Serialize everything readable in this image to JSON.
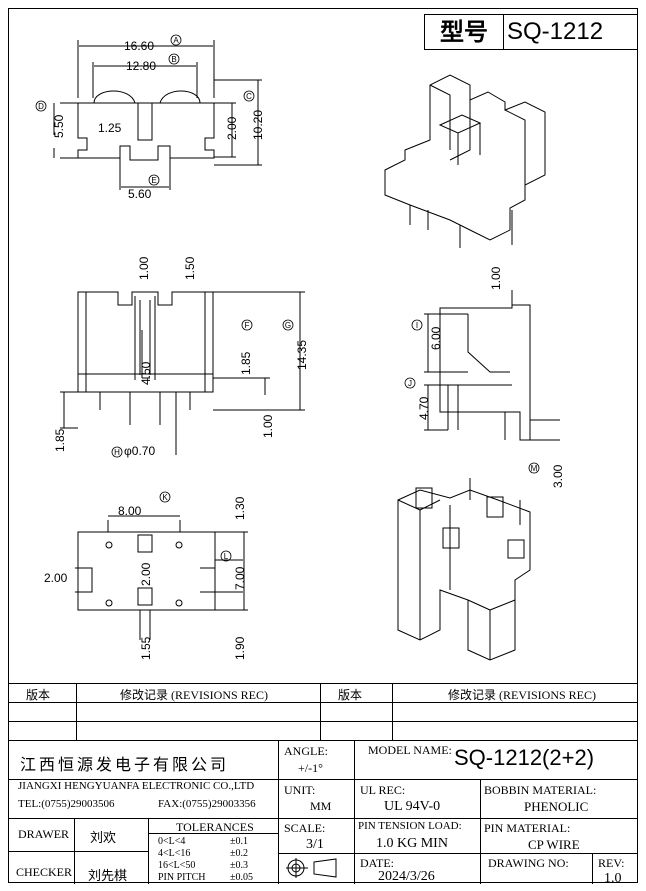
{
  "title_block": {
    "model_label": "型号",
    "model_value": "SQ-1212"
  },
  "views": {
    "top": {
      "dims": [
        "16.60",
        "12.80",
        "5.50",
        "1.25",
        "2.00",
        "10.20",
        "5.60"
      ],
      "markers": [
        "A",
        "B",
        "C",
        "D",
        "E"
      ]
    },
    "front": {
      "dims": [
        "1.00",
        "1.50",
        "1.85",
        "14.35",
        "4.50",
        "1.00",
        "1.85",
        "φ0.70"
      ],
      "markers": [
        "F",
        "G",
        "H"
      ]
    },
    "side": {
      "dims": [
        "1.00",
        "6.00",
        "4.70",
        "3.00"
      ],
      "markers": [
        "I",
        "J",
        "M"
      ]
    },
    "bottom": {
      "dims": [
        "8.00",
        "1.30",
        "2.00",
        "2.00",
        "7.00",
        "1.55",
        "1.90"
      ],
      "markers": [
        "K",
        "L"
      ]
    }
  },
  "revisions": {
    "col1": "版本",
    "col2": "修改记录 (REVISIONS REC)",
    "col3": "版本",
    "col4": "修改记录 (REVISIONS REC)"
  },
  "company": {
    "name_cn": "江西恒源发电子有限公司",
    "name_en": "JIANGXI HENGYUANFA ELECTRONIC CO.,LTD",
    "tel": "TEL:(0755)29003506",
    "fax": "FAX:(0755)29003356"
  },
  "fields": {
    "angle_label": "ANGLE:",
    "angle_value": "+/-1°",
    "model_name_label": "MODEL NAME:",
    "model_name_value": "SQ-1212(2+2)",
    "unit_label": "UNIT:",
    "unit_value": "MM",
    "ul_label": "UL REC:",
    "ul_value": "UL 94V-0",
    "bobbin_label": "BOBBIN MATERIAL:",
    "bobbin_value": "PHENOLIC",
    "scale_label": "SCALE:",
    "scale_value": "3/1",
    "pin_tension_label": "PIN TENSION LOAD:",
    "pin_tension_value": "1.0 KG MIN",
    "pin_material_label": "PIN MATERIAL:",
    "pin_material_value": "CP WIRE",
    "date_label": "DATE:",
    "date_value": "2024/3/26",
    "drawing_no_label": "DRAWING NO:",
    "rev_label": "REV:",
    "rev_value": "1.0"
  },
  "people": {
    "drawer_label": "DRAWER",
    "drawer_name": "刘欢",
    "checker_label": "CHECKER",
    "checker_name": "刘先棋"
  },
  "tolerances": {
    "title": "TOLERANCES",
    "rows": [
      {
        "range": "0<L<4",
        "tol": "±0.1"
      },
      {
        "range": "4<L<16",
        "tol": "±0.2"
      },
      {
        "range": "16<L<50",
        "tol": "±0.3"
      },
      {
        "range": "PIN PITCH",
        "tol": "±0.05"
      }
    ]
  }
}
